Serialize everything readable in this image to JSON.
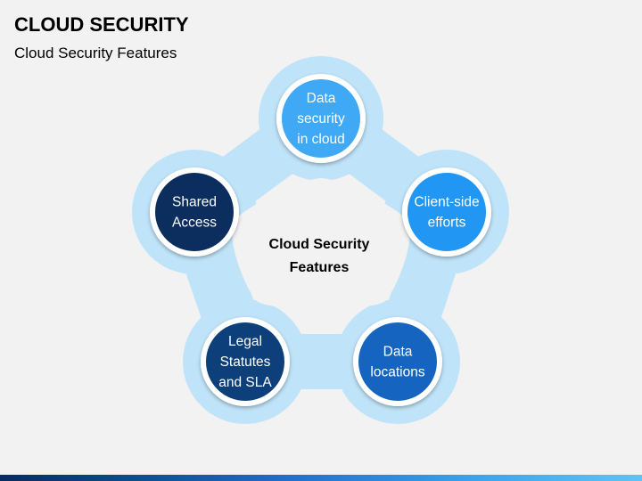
{
  "header": {
    "title": "CLOUD SECURITY",
    "subtitle": "Cloud Security Features"
  },
  "diagram": {
    "center_lines": [
      "Cloud Security",
      "Features"
    ],
    "nodes": [
      {
        "lines": [
          "Data",
          "security",
          "in cloud"
        ],
        "color": "#3fa9f5"
      },
      {
        "lines": [
          "Client-side",
          "efforts"
        ],
        "color": "#2196f3"
      },
      {
        "lines": [
          "Data",
          "locations"
        ],
        "color": "#1565c0"
      },
      {
        "lines": [
          "Legal",
          "Statutes",
          "and SLA"
        ],
        "color": "#0d3f7a"
      },
      {
        "lines": [
          "Shared",
          "Access"
        ],
        "color": "#0b2e5e"
      }
    ],
    "ring_color": "#bfe3f8"
  },
  "colors": {
    "accent_bar_start": "#0a2a5c",
    "accent_bar_end": "#5ec3f7"
  }
}
